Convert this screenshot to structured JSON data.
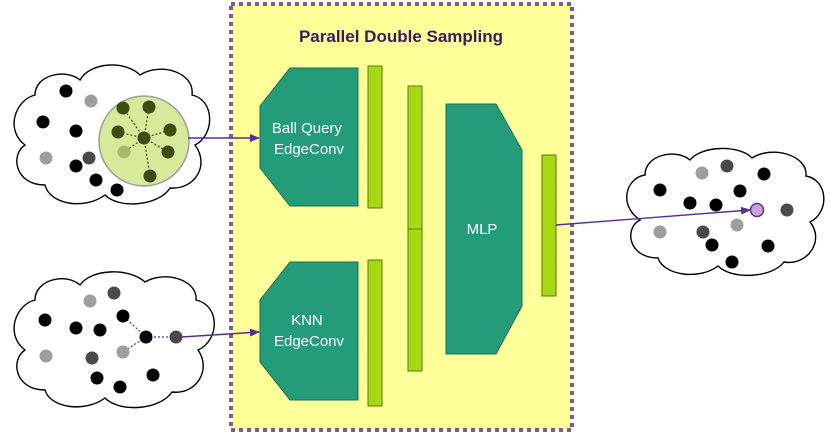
{
  "title": "Parallel Double Sampling",
  "modules": {
    "ball_query": [
      "Ball Query",
      "EdgeConv"
    ],
    "knn": [
      "KNN",
      "EdgeConv"
    ],
    "mlp": "MLP"
  },
  "colors": {
    "panel_fill": "#ffff99",
    "panel_border": "#7a5c9e",
    "title_text": "#3d1a5c",
    "module_fill": "#249c7a",
    "feature_bar": "#a6d813",
    "arrow": "#5c2d91",
    "point_dark": "#000000",
    "point_mid": "#4a4a4a",
    "point_light": "#9e9e9e",
    "ball_fill": "#d6ea9a",
    "ball_point": "#3d4d10",
    "output_point": "#c9a3e0"
  }
}
